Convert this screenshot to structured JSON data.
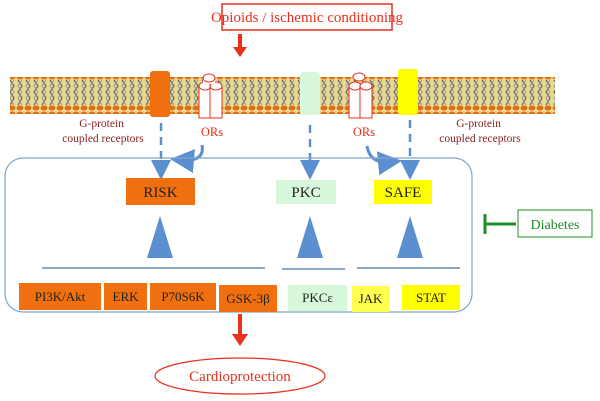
{
  "title": "Opioids / ischemic conditioning",
  "membrane": {
    "gpcr_left_label": [
      "G-protein",
      "coupled receptors"
    ],
    "gpcr_right_label": [
      "G-protein",
      "coupled receptors"
    ],
    "ors_left": "ORs",
    "ors_right": "ORs"
  },
  "pathways": {
    "risk": "RISK",
    "pkc": "PKC",
    "safe": "SAFE"
  },
  "components": [
    "PI3K/Akt",
    "ERK",
    "P70S6K",
    "GSK-3β",
    "PKCε",
    "JAK",
    "STAT"
  ],
  "inhibitor": "Diabetes",
  "outcome": "Cardioprotection",
  "colors": {
    "risk": "#f07010",
    "pkc": "#d8f8dc",
    "safe": "#ffff00",
    "red": "#e8301c",
    "blue": "#5b8fcf",
    "green": "#1e8c2a"
  }
}
